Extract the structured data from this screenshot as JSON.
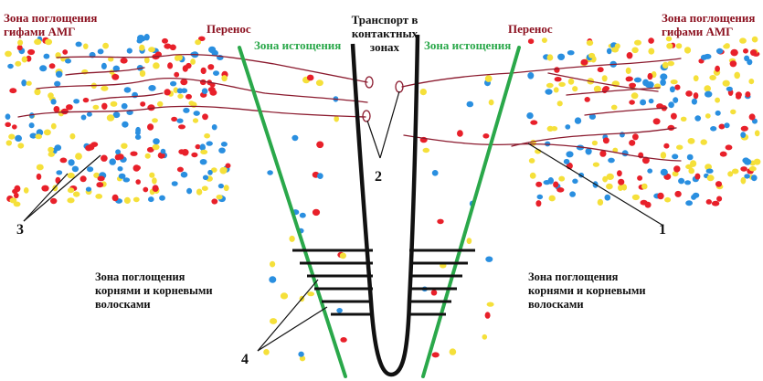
{
  "labels": {
    "absorption_hyphae_left": "Зона поглощения\nгифами АМГ",
    "absorption_hyphae_right": "Зона поглощения\nгифами АМГ",
    "transfer_left": "Перенос",
    "transfer_right": "Перенос",
    "depletion_left": "Зона истощения",
    "depletion_right": "Зона истощения",
    "contact_transport": "Транспорт в\nконтактных\nзонах",
    "roots_left": "Зона поглощения\nкорнями и корневыми\nволосками",
    "roots_right": "Зона поглощения\nкорнями и корневыми\nволосками",
    "num_1": "1",
    "num_2": "2",
    "num_3": "3",
    "num_4": "4"
  },
  "colors": {
    "hyphae": "#8b1a2e",
    "depletion_zone": "#2aa84a",
    "root": "#111111",
    "particle_red": "#e8202a",
    "particle_blue": "#2a8fe0",
    "particle_yellow": "#f5e03a"
  },
  "icons": {
    "particles": "nutrient-particles",
    "hyphae": "mycorrhizal-hyphae",
    "root_hairs": "root-hairs",
    "arbuscule": "arbuscule-loops"
  }
}
